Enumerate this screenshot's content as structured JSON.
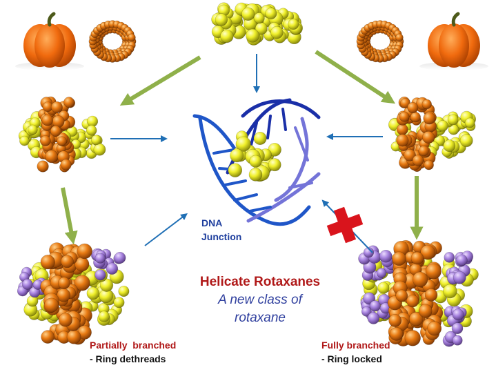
{
  "dna_label": {
    "line1": "DNA",
    "line2": "Junction"
  },
  "center": {
    "title": "Helicate Rotaxanes",
    "subtitle_line1": "A new class of",
    "subtitle_line2": "rotaxane"
  },
  "left_caption": {
    "line1": "Partially  branched",
    "line2": "- Ring dethreads"
  },
  "right_caption": {
    "line1": "Fully branched",
    "line2": "- Ring locked"
  },
  "colors": {
    "green_arrow": "#8fb04a",
    "blue_arrow": "#1f6fb5",
    "cross": "#d9141c",
    "yellow": "#ecec2a",
    "orange": "#e07a10",
    "purple": "#a884e0",
    "pumpkin": "#f06a0e",
    "dna_dark": "#1a2fa8",
    "dna_light": "#7474d8"
  }
}
